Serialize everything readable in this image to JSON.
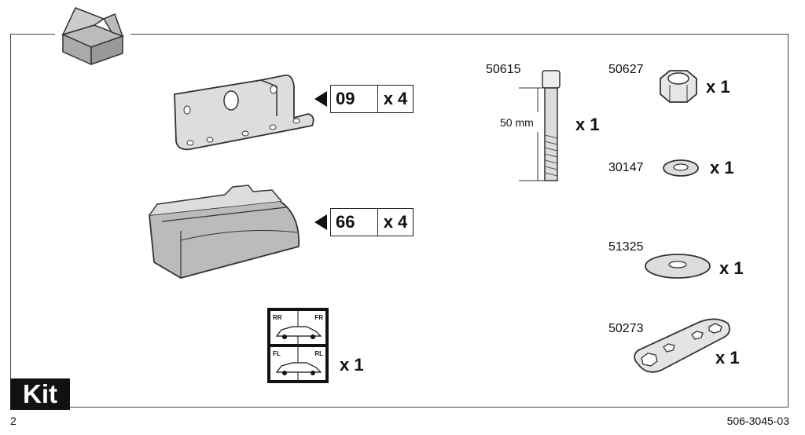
{
  "header": {
    "kit_label": "Kit"
  },
  "footer": {
    "page_number": "2",
    "doc_code": "506-3045-03"
  },
  "tags": [
    {
      "number": "09",
      "count": "x 4"
    },
    {
      "number": "66",
      "count": "x 4"
    }
  ],
  "sticker": {
    "rr": "RR",
    "fr": "FR",
    "fl": "FL",
    "rl": "RL",
    "qty": "x 1"
  },
  "parts": {
    "bolt": {
      "code": "50615",
      "length": "50 mm",
      "qty": "x 1"
    },
    "nut": {
      "code": "50627",
      "qty": "x 1"
    },
    "washer_small": {
      "code": "30147",
      "qty": "x 1"
    },
    "washer_large": {
      "code": "51325",
      "qty": "x 1"
    },
    "wrench": {
      "code": "50273",
      "qty": "x 1"
    }
  }
}
